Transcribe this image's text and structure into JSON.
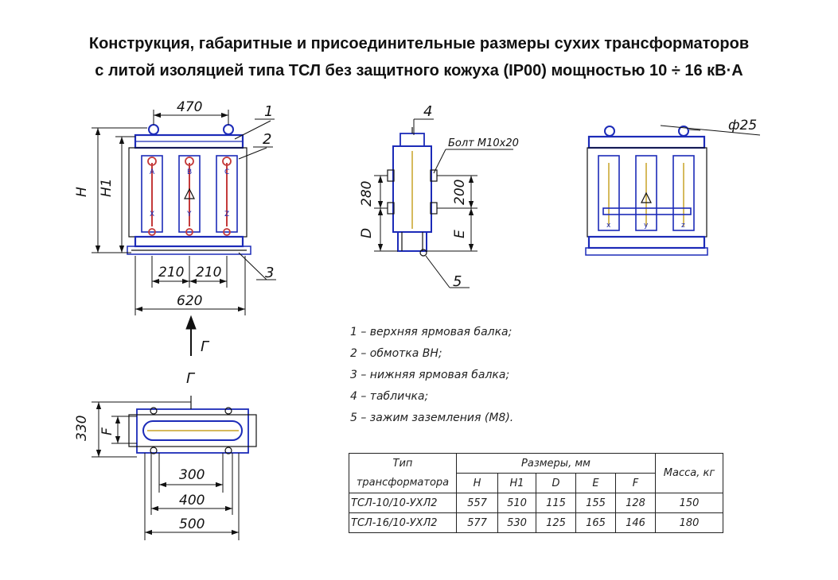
{
  "title": {
    "line1": "Конструкция, габаритные и присоединительные размеры сухих трансформаторов",
    "line2": "с литой изоляцией типа ТСЛ без защитного кожуха (IP00) мощностью 10 ÷ 16 кВ·А"
  },
  "front_view": {
    "dims": {
      "width_top": "470",
      "h": "H",
      "h1": "H1",
      "pitch_a": "210",
      "pitch_b": "210",
      "total": "620"
    },
    "callouts": {
      "c1": "1",
      "c2": "2",
      "c3": "3"
    },
    "phase_labels_top": [
      "A",
      "B",
      "C"
    ],
    "phase_labels_bottom": [
      "X",
      "Y",
      "Z"
    ]
  },
  "side_view": {
    "dims": {
      "d280": "280",
      "d200": "200",
      "d": "D",
      "e": "E"
    },
    "bolt": "Болт М10х20",
    "callouts": {
      "c4": "4",
      "c5": "5"
    }
  },
  "rear_view": {
    "dims": {
      "diameter": "ф25"
    },
    "phase_labels_bottom": [
      "x",
      "y",
      "z"
    ]
  },
  "view_label": {
    "arrow": "Г",
    "plan": "Г"
  },
  "plan_view": {
    "dims": {
      "d330": "330",
      "f": "F",
      "d300": "300",
      "d400": "400",
      "d500": "500"
    }
  },
  "legend": [
    "1 – верхняя ярмовая балка;",
    "2 – обмотка ВН;",
    "3 – нижняя ярмовая балка;",
    "4 – табличка;",
    "5 – зажим заземления (М8)."
  ],
  "table": {
    "header_type_line1": "Тип",
    "header_type_line2": "трансформатора",
    "header_sizes": "Размеры, мм",
    "header_mass": "Масса, кг",
    "columns": [
      "H",
      "H1",
      "D",
      "E",
      "F"
    ],
    "rows": [
      {
        "type": "ТСЛ-10/10-УХЛ2",
        "H": "557",
        "H1": "510",
        "D": "115",
        "E": "155",
        "F": "128",
        "mass": "150"
      },
      {
        "type": "ТСЛ-16/10-УХЛ2",
        "H": "577",
        "H1": "530",
        "D": "125",
        "E": "165",
        "F": "146",
        "mass": "180"
      }
    ]
  },
  "colors": {
    "line": "#111111",
    "steel": "#1c2bb8",
    "accent": "#c43a3a"
  }
}
